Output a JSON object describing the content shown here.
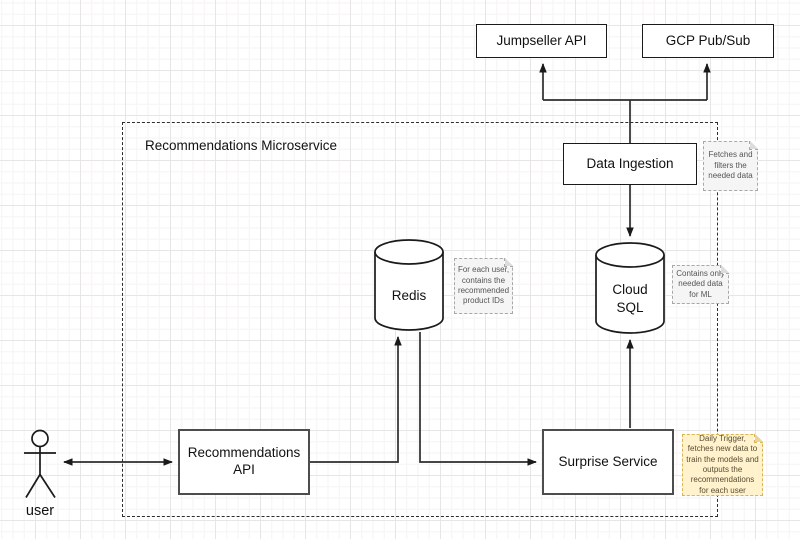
{
  "boundary": {
    "title": "Recommendations Microservice"
  },
  "nodes": {
    "jumpseller_api": {
      "label": "Jumpseller API",
      "type": "box"
    },
    "gcp_pubsub": {
      "label": "GCP Pub/Sub",
      "type": "box"
    },
    "data_ingestion": {
      "label": "Data Ingestion",
      "type": "box"
    },
    "redis": {
      "label": "Redis",
      "type": "database"
    },
    "cloud_sql": {
      "label": "Cloud SQL",
      "type": "database"
    },
    "recommendations_api": {
      "label": "Recommendations API",
      "type": "box"
    },
    "surprise_service": {
      "label": "Surprise Service",
      "type": "box"
    },
    "user": {
      "label": "user",
      "type": "actor"
    }
  },
  "notes": {
    "data_ingestion_note": {
      "text": "Fetches and filters the needed data",
      "style": "gray"
    },
    "redis_note": {
      "text": "For each user, contains the recommended product IDs",
      "style": "gray"
    },
    "cloud_sql_note": {
      "text": "Contains only needed data for ML",
      "style": "gray"
    },
    "surprise_service_note": {
      "text": "Daily Trigger, fetches new data to train the models and outputs the recommendations for each user",
      "style": "yellow"
    }
  },
  "edges": [
    {
      "from": "user",
      "to": "recommendations_api",
      "direction": "bidirectional"
    },
    {
      "from": "recommendations_api",
      "to": "redis",
      "direction": "forward"
    },
    {
      "from": "redis",
      "to": "surprise_service",
      "direction": "forward"
    },
    {
      "from": "surprise_service",
      "to": "cloud_sql",
      "direction": "forward"
    },
    {
      "from": "data_ingestion",
      "to": "cloud_sql",
      "direction": "forward"
    },
    {
      "from": "data_ingestion",
      "to": "jumpseller_api",
      "direction": "forward"
    },
    {
      "from": "data_ingestion",
      "to": "gcp_pubsub",
      "direction": "forward"
    }
  ],
  "colors": {
    "line": "#2d2d2d",
    "note_gray_bg": "#f5f5f5",
    "note_gray_border": "#a8a8a8",
    "note_yellow_bg": "#fff2cc",
    "note_yellow_border": "#d6b656",
    "grid_major": "#e8e5e6",
    "grid_minor": "#f6f3f4"
  }
}
